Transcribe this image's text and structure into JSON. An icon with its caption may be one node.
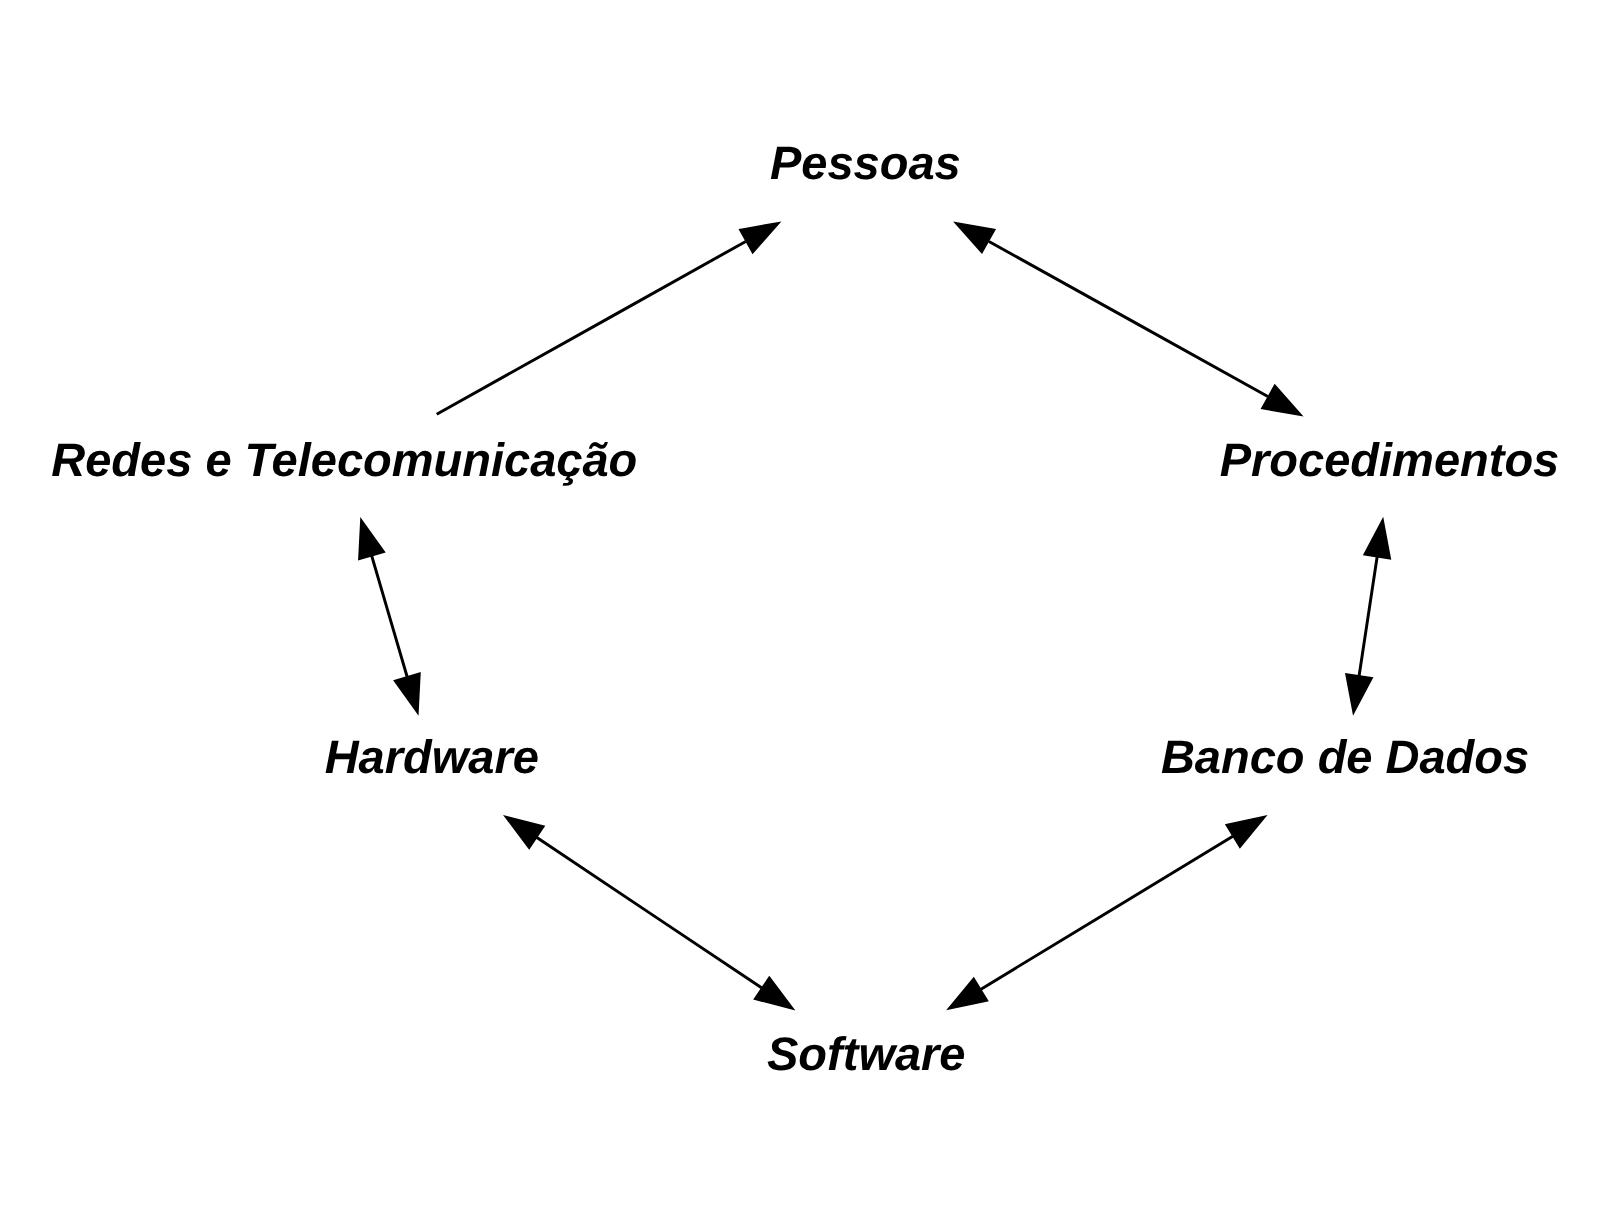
{
  "diagram": {
    "nodes": [
      {
        "text": [
          "Pessoas"
        ]
      },
      {
        "text": [
          "Redes e Telecomunicação"
        ]
      },
      {
        "text": [
          "Procedimentos"
        ]
      },
      {
        "text": [
          "Hardware"
        ]
      },
      {
        "text": [
          "Banco de Dados"
        ]
      },
      {
        "text": [
          "Software"
        ]
      }
    ],
    "edges": [
      {
        "from": 1,
        "to": 0,
        "arrow": "to"
      },
      {
        "from": 0,
        "to": 2,
        "arrow": "both"
      },
      {
        "from": 2,
        "to": 4,
        "arrow": "both"
      },
      {
        "from": 4,
        "to": 5,
        "arrow": "both"
      },
      {
        "from": 5,
        "to": 3,
        "arrow": "both"
      },
      {
        "from": 3,
        "to": 1,
        "arrow": "both"
      }
    ]
  }
}
